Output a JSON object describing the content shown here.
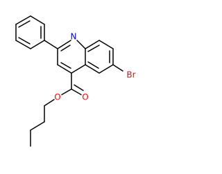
{
  "molecule": {
    "atoms": {
      "nitrogen": {
        "label": "N",
        "color": "#0000ff"
      },
      "bromine": {
        "label": "Br",
        "color": "#a52a2a"
      },
      "carbonyl_oxygen": {
        "label": "O",
        "color": "#ff0000"
      },
      "ester_oxygen": {
        "label": "O",
        "color": "#ff0000"
      }
    },
    "bond_color": "#000000",
    "background": "#ffffff"
  }
}
